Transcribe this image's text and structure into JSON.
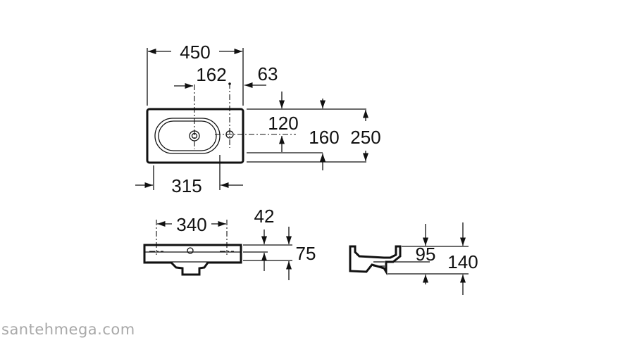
{
  "diagram": {
    "top_view": {
      "overall_width": "450",
      "tap_offset": "162",
      "edge_offset": "63",
      "tap_depth": "120",
      "bowl_depth": "160",
      "overall_depth": "250",
      "bowl_width": "315"
    },
    "front_view": {
      "fixing_distance": "340",
      "rim_thickness": "42",
      "front_height": "75"
    },
    "side_view": {
      "inner_height": "95",
      "total_height": "140"
    }
  },
  "watermark": "santehmega.com",
  "colors": {
    "line": "#111111",
    "watermark": "#a8a8a8"
  }
}
